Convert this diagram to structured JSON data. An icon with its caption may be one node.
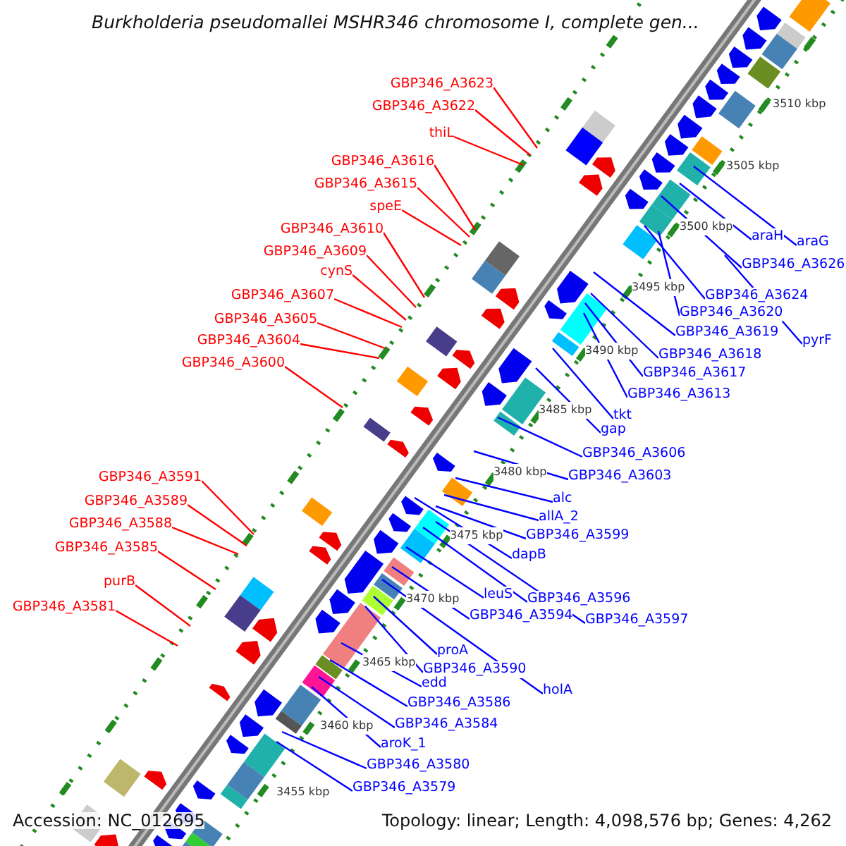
{
  "diagram": {
    "title": "Burkholderia pseudomallei MSHR346 chromosome I, complete gen...",
    "nodes": [
      {
        "text": [
          "GBP346_A3623"
        ]
      },
      {
        "text": [
          "GBP346_A3622"
        ]
      },
      {
        "text": [
          "thiL"
        ]
      },
      {
        "text": [
          "GBP346_A3616"
        ]
      },
      {
        "text": [
          "GBP346_A3615"
        ]
      },
      {
        "text": [
          "speE"
        ]
      },
      {
        "text": [
          "GBP346_A3610"
        ]
      },
      {
        "text": [
          "GBP346_A3609"
        ]
      },
      {
        "text": [
          "cynS"
        ]
      },
      {
        "text": [
          "GBP346_A3607"
        ]
      },
      {
        "text": [
          "GBP346_A3605"
        ]
      },
      {
        "text": [
          "GBP346_A3604"
        ]
      },
      {
        "text": [
          "GBP346_A3600"
        ]
      },
      {
        "text": [
          "GBP346_A3591"
        ]
      },
      {
        "text": [
          "GBP346_A3589"
        ]
      },
      {
        "text": [
          "GBP346_A3588"
        ]
      },
      {
        "text": [
          "GBP346_A3585"
        ]
      },
      {
        "text": [
          "purB"
        ]
      },
      {
        "text": [
          "GBP346_A3581"
        ]
      },
      {
        "text": [
          "araH"
        ]
      },
      {
        "text": [
          "araG"
        ]
      },
      {
        "text": [
          "GBP346_A3626"
        ]
      },
      {
        "text": [
          "GBP346_A3624"
        ]
      },
      {
        "text": [
          "GBP346_A3620"
        ]
      },
      {
        "text": [
          "pyrF"
        ]
      },
      {
        "text": [
          "GBP346_A3619"
        ]
      },
      {
        "text": [
          "GBP346_A3618"
        ]
      },
      {
        "text": [
          "GBP346_A3617"
        ]
      },
      {
        "text": [
          "GBP346_A3613"
        ]
      },
      {
        "text": [
          "tkt"
        ]
      },
      {
        "text": [
          "gap"
        ]
      },
      {
        "text": [
          "GBP346_A3606"
        ]
      },
      {
        "text": [
          "GBP346_A3603"
        ]
      },
      {
        "text": [
          "alc"
        ]
      },
      {
        "text": [
          "allA_2"
        ]
      },
      {
        "text": [
          "GBP346_A3599"
        ]
      },
      {
        "text": [
          "dapB"
        ]
      },
      {
        "text": [
          "GBP346_A3596"
        ]
      },
      {
        "text": [
          "leuS"
        ]
      },
      {
        "text": [
          "GBP346_A3594"
        ]
      },
      {
        "text": [
          "GBP346_A3597"
        ]
      },
      {
        "text": [
          "proA"
        ]
      },
      {
        "text": [
          "GBP346_A3590"
        ]
      },
      {
        "text": [
          "holA"
        ]
      },
      {
        "text": [
          "edd"
        ]
      },
      {
        "text": [
          "GBP346_A3586"
        ]
      },
      {
        "text": [
          "GBP346_A3584"
        ]
      },
      {
        "text": [
          "aroK_1"
        ]
      },
      {
        "text": [
          "GBP346_A3580"
        ]
      },
      {
        "text": [
          "GBP346_A3579"
        ]
      }
    ],
    "edges": [
      {
        "from": 0,
        "to": null,
        "arrow": "none",
        "color": "#ff0000"
      },
      {
        "from": 1,
        "to": null,
        "arrow": "none",
        "color": "#ff0000"
      },
      {
        "from": 2,
        "to": null,
        "arrow": "none",
        "color": "#ff0000"
      },
      {
        "from": 3,
        "to": null,
        "arrow": "none",
        "color": "#ff0000"
      },
      {
        "from": 4,
        "to": null,
        "arrow": "none",
        "color": "#ff0000"
      },
      {
        "from": 5,
        "to": null,
        "arrow": "none",
        "color": "#ff0000"
      },
      {
        "from": 6,
        "to": null,
        "arrow": "none",
        "color": "#ff0000"
      },
      {
        "from": 7,
        "to": null,
        "arrow": "none",
        "color": "#ff0000"
      },
      {
        "from": 8,
        "to": null,
        "arrow": "none",
        "color": "#ff0000"
      },
      {
        "from": 9,
        "to": null,
        "arrow": "none",
        "color": "#ff0000"
      },
      {
        "from": 10,
        "to": null,
        "arrow": "none",
        "color": "#ff0000"
      },
      {
        "from": 11,
        "to": null,
        "arrow": "none",
        "color": "#ff0000"
      },
      {
        "from": 12,
        "to": null,
        "arrow": "none",
        "color": "#ff0000"
      },
      {
        "from": 13,
        "to": null,
        "arrow": "none",
        "color": "#ff0000"
      },
      {
        "from": 14,
        "to": null,
        "arrow": "none",
        "color": "#ff0000"
      },
      {
        "from": 15,
        "to": null,
        "arrow": "none",
        "color": "#ff0000"
      },
      {
        "from": 16,
        "to": null,
        "arrow": "none",
        "color": "#ff0000"
      },
      {
        "from": 17,
        "to": null,
        "arrow": "none",
        "color": "#ff0000"
      },
      {
        "from": 18,
        "to": null,
        "arrow": "none",
        "color": "#ff0000"
      },
      {
        "from": 19,
        "to": null,
        "arrow": "none"
      },
      {
        "from": 20,
        "to": null,
        "arrow": "none"
      },
      {
        "from": 21,
        "to": null,
        "arrow": "none"
      },
      {
        "from": 22,
        "to": null,
        "arrow": "none"
      },
      {
        "from": 23,
        "to": null,
        "arrow": "none"
      },
      {
        "from": 24,
        "to": null,
        "arrow": "none"
      },
      {
        "from": 25,
        "to": null,
        "arrow": "none"
      },
      {
        "from": 26,
        "to": null,
        "arrow": "none"
      },
      {
        "from": 27,
        "to": null,
        "arrow": "none"
      },
      {
        "from": 28,
        "to": null,
        "arrow": "none"
      },
      {
        "from": 29,
        "to": null,
        "arrow": "none"
      },
      {
        "from": 30,
        "to": null,
        "arrow": "none"
      },
      {
        "from": 31,
        "to": null,
        "arrow": "none"
      },
      {
        "from": 32,
        "to": null,
        "arrow": "none"
      },
      {
        "from": 33,
        "to": null,
        "arrow": "none"
      },
      {
        "from": 34,
        "to": null,
        "arrow": "none"
      },
      {
        "from": 35,
        "to": null,
        "arrow": "none"
      },
      {
        "from": 36,
        "to": null,
        "arrow": "none"
      },
      {
        "from": 37,
        "to": null,
        "arrow": "none"
      },
      {
        "from": 38,
        "to": null,
        "arrow": "none"
      },
      {
        "from": 39,
        "to": null,
        "arrow": "none"
      },
      {
        "from": 40,
        "to": null,
        "arrow": "none"
      },
      {
        "from": 41,
        "to": null,
        "arrow": "none"
      },
      {
        "from": 42,
        "to": null,
        "arrow": "none"
      },
      {
        "from": 43,
        "to": null,
        "arrow": "none"
      },
      {
        "from": 44,
        "to": null,
        "arrow": "none"
      },
      {
        "from": 45,
        "to": null,
        "arrow": "none"
      },
      {
        "from": 46,
        "to": null,
        "arrow": "none"
      },
      {
        "from": 47,
        "to": null,
        "arrow": "none"
      },
      {
        "from": 48,
        "to": null,
        "arrow": "none"
      },
      {
        "from": 49,
        "to": null,
        "arrow": "none"
      }
    ],
    "labels": [
      "3510 kbp",
      "3505 kbp",
      "3500 kbp",
      "3495 kbp",
      "3490 kbp",
      "3485 kbp",
      "3480 kbp",
      "3475 kbp",
      "3470 kbp",
      "3465 kbp",
      "3460 kbp",
      "3455 kbp",
      "Accession: NC_012695",
      "Topology: linear; Length: 4,098,576 bp; Genes: 4,262"
    ]
  }
}
